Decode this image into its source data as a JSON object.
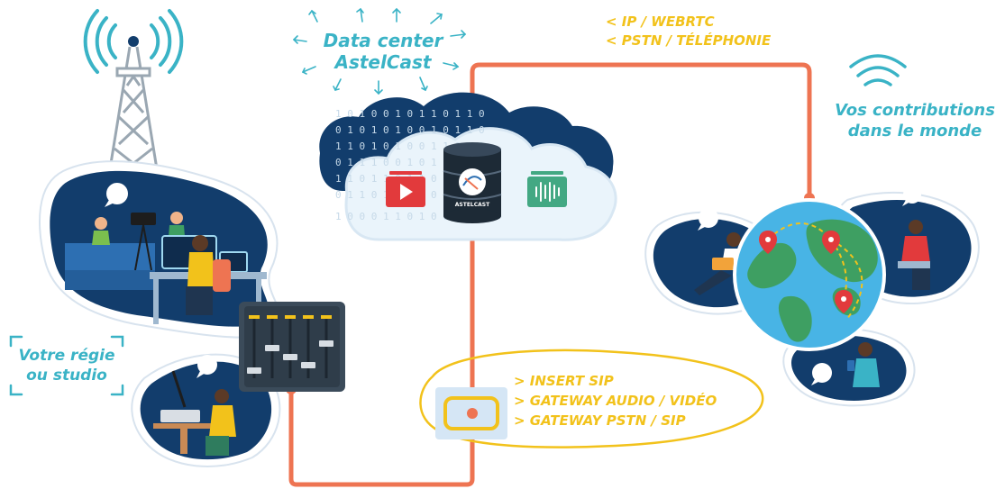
{
  "labels": {
    "datacenter_line1": "Data center",
    "datacenter_line2": "AstelCast",
    "logo_text": "ASTELCAST",
    "routes_line1": "< IP / WEBRTC",
    "routes_line2": "< PSTN / TÉLÉPHONIE",
    "contrib_line1": "Vos contributions",
    "contrib_line2": "dans le monde",
    "studio_line1": "Votre régie",
    "studio_line2": "ou studio",
    "gateway_line1": "> INSERT SIP",
    "gateway_line2": "> GATEWAY AUDIO / VIDÉO",
    "gateway_line3": "> GATEWAY PSTN / SIP"
  },
  "binary_rows": [
    "1 0 1 0 0 1 0 1 1 0 1 1 0",
    "0 1 0 1 0 1 0 0 1 0 1 1 0",
    "1 1 0 1 0 1 0 0 1 1 0 1 1",
    "0 1 1 1 0 0 1 0 1 0 1 1 0",
    "1 1 0 1 1 0 1 1 0 0 1 1 0",
    "0 1 1 0 1 0 1 1 0 1 0 1 1",
    "1 0 0 0 1 1 0 1 0 0 1 1 0 0"
  ],
  "colors": {
    "navy": "#123d6c",
    "cyan": "#3ab3c6",
    "orange": "#ee7452",
    "yellow": "#f2c21b",
    "red_icon": "#e23a3c",
    "green_icon": "#43a883",
    "cloud_light": "#eaf4fb",
    "globe_ocean": "#48b4e5",
    "globe_land": "#3e9f62"
  }
}
